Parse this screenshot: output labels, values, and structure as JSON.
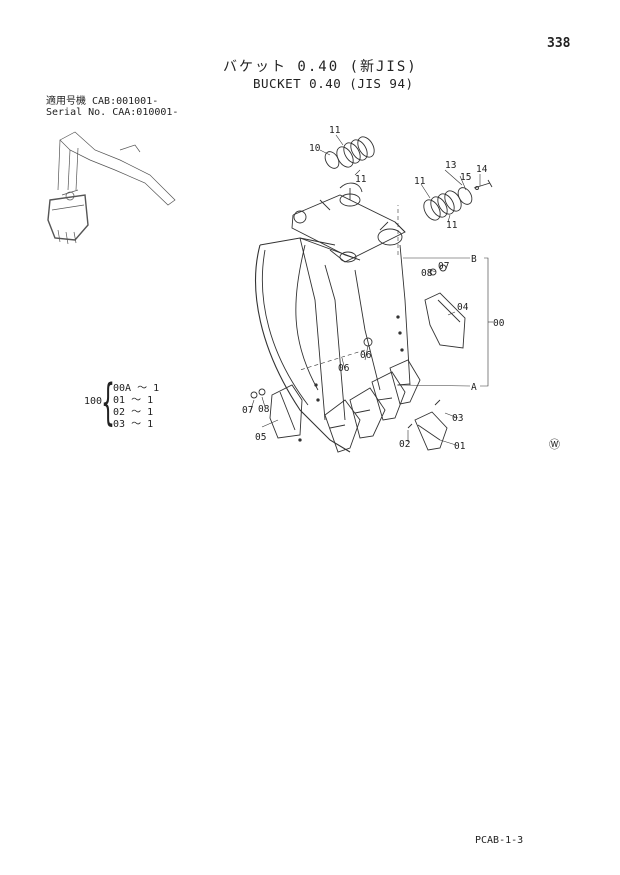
{
  "header": {
    "page_number": "338",
    "title_jp": "バケット 0.40 (新JIS)",
    "title_en": "BUCKET 0.40 (JIS 94)"
  },
  "serial": {
    "line1": "適用号機 CAB:001001-",
    "line2": "Serial No. CAA:010001-"
  },
  "variants": {
    "group": "100",
    "rows": [
      {
        "code": "00A",
        "tilde": "～",
        "qty": "1"
      },
      {
        "code": "01",
        "tilde": "～",
        "qty": "1"
      },
      {
        "code": "02",
        "tilde": "～",
        "qty": "1"
      },
      {
        "code": "03",
        "tilde": "～",
        "qty": "1"
      }
    ]
  },
  "callouts": {
    "c11a": "11",
    "c10": "10",
    "c11b": "11",
    "c13": "13",
    "c14": "14",
    "c15": "15",
    "c11c": "11",
    "c11d": "11",
    "B": "B",
    "c07a": "07",
    "c08a": "08",
    "c04": "04",
    "c00": "00",
    "c06a": "06",
    "c06b": "06",
    "A": "A",
    "c07b": "07",
    "c08b": "08",
    "c05": "05",
    "c03": "03",
    "c02": "02",
    "c01": "01"
  },
  "wmark": "Ⓦ",
  "footer": {
    "page_code": "PCAB-1-3"
  }
}
